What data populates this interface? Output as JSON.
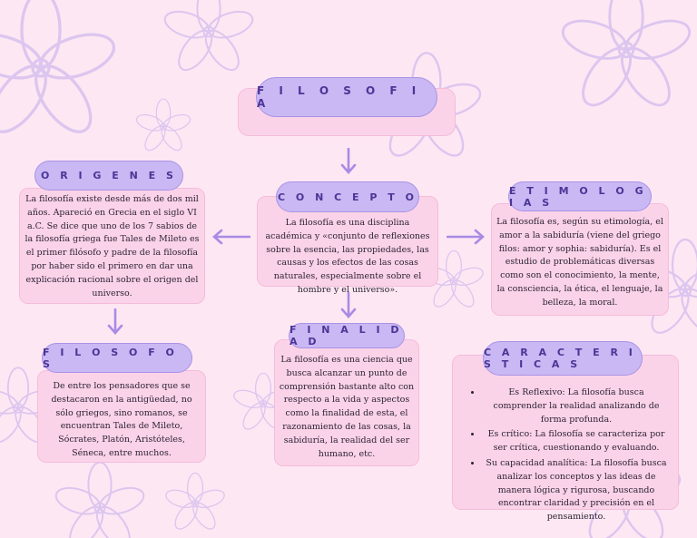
{
  "colors": {
    "background": "#fde7f3",
    "card": "#fbd3e9",
    "pill": "#c9b8f3",
    "pill_text": "#4b3597",
    "arrow": "#a98be6"
  },
  "title": "F I L O S O F I A",
  "concepto": {
    "label": "C O N C E P T O",
    "text": "La filosofía  es una disciplina académica y «conjunto de reflexiones sobre la esencia, las propiedades, las causas y los efectos de las cosas naturales, especialmente sobre el hombre y el universo»."
  },
  "origenes": {
    "label": "O R I G E N E S",
    "text": "La filosofía existe desde más de dos mil años. Apareció en Grecia en el siglo VI a.C. Se dice que uno de los 7 sabios de la filosofía griega fue Tales de Mileto es el primer filósofo y padre de la filosofía por haber sido el primero en dar una explicación racional sobre el origen del universo."
  },
  "etimologias": {
    "label": "E T I M O L O G I A S",
    "text": "La filosofía es, según su etimología, el amor a la sabiduría (viene del griego filos: amor y sophia: sabiduría).  Es el estudio de problemáticas diversas como son el conocimiento, la mente, la consciencia, la ética, el lenguaje, la belleza, la moral."
  },
  "filosofos": {
    "label": "F I L O S O F O S",
    "text": "De entre los pensadores que se destacaron en la antigüedad, no sólo griegos, sino romanos, se encuentran Tales de Mileto, Sócrates, Platón, Aristóteles, Séneca, entre muchos."
  },
  "finalidad": {
    "label": "F I N A L I D A D",
    "text": "La filosofía es una ciencia que busca alcanzar un punto de comprensión bastante alto con respecto a la vida y aspectos como la finalidad de esta, el razonamiento de las cosas, la sabiduría, la realidad del ser humano, etc."
  },
  "caracteristicas": {
    "label": "C A R A C T E R I S T I C A S",
    "items": [
      "Es Reflexivo: La filosofía busca comprender la realidad analizando de forma profunda.",
      "Es crítico: La filosofía se caracteriza por ser crítica, cuestionando y evaluando.",
      "Su capacidad analítica: La filosofía busca analizar los conceptos y las ideas de manera lógica y rigurosa, buscando encontrar claridad y precisión en el pensamiento."
    ]
  }
}
